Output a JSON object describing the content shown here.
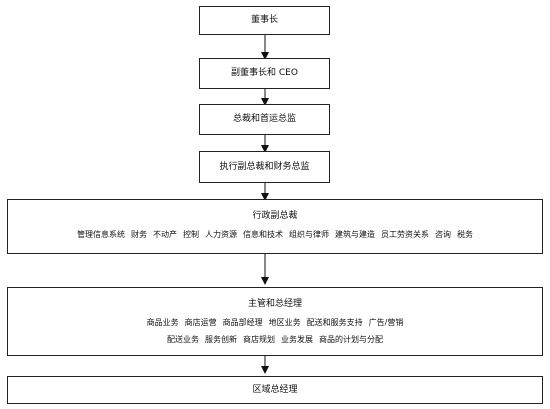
{
  "boxes": {
    "chairman": "董事长",
    "vice_chairman_ceo": "副董事长和 CEO",
    "president_coo": "总裁和首运总监",
    "evp_cfo": "执行副总裁和财务总监",
    "admin_vp": {
      "title": "行政副总裁",
      "items": [
        "管理信息系统",
        "财务",
        "不动产",
        "控制",
        "人力资源",
        "信息和技术",
        "组织与律师",
        "建筑与建造",
        "员工劳资关系",
        "咨询",
        "税务"
      ]
    },
    "gm": {
      "title": "主管和总经理",
      "row1": [
        "商品业务",
        "商店运营",
        "商品部经理",
        "地区业务",
        "配送和服务支持",
        "广告/营销"
      ],
      "row2": [
        "配送业务",
        "服务创新",
        "商店规划",
        "业务发展",
        "商品的计划与分配"
      ]
    },
    "regional_gm": "区域总经理"
  }
}
